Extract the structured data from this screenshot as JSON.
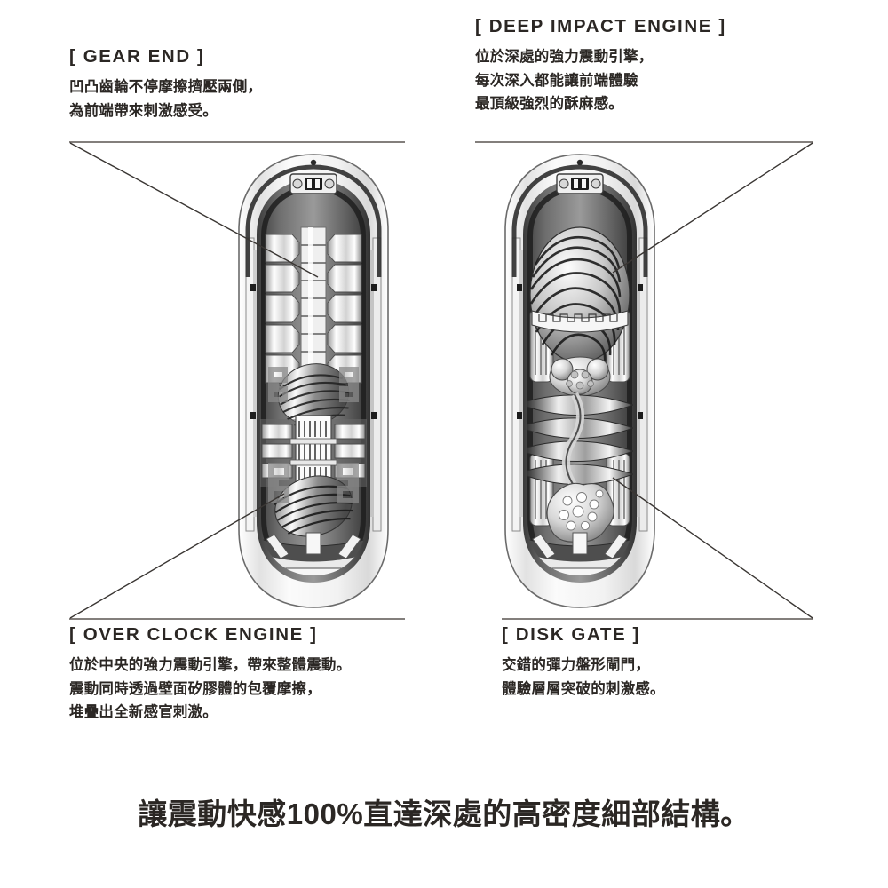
{
  "page": {
    "background": "#ffffff",
    "ink": "#2b2724"
  },
  "callouts": [
    {
      "id": "gear-end",
      "tag": "[ GEAR END ]",
      "lines": [
        "凹凸齒輪不停摩擦擠壓兩側，",
        "為前端帶來刺激感受。"
      ]
    },
    {
      "id": "deep-impact-engine",
      "tag": "[ DEEP IMPACT ENGINE ]",
      "lines": [
        "位於深處的強力震動引擎，",
        "每次深入都能讓前端體驗",
        "最頂級強烈的酥麻感。"
      ]
    },
    {
      "id": "over-clock-engine",
      "tag": "[ OVER CLOCK ENGINE ]",
      "lines": [
        "位於中央的強力震動引擎，帶來整體震動。",
        "震動同時透過壁面矽膠體的包覆摩擦，",
        "堆疊出全新感官刺激。"
      ]
    },
    {
      "id": "disk-gate",
      "tag": "[ DISK GATE ]",
      "lines": [
        "交錯的彈力盤形閘門，",
        "體驗層層突破的刺激感。"
      ]
    }
  ],
  "headline": "讓震動快感100%直達深處的高密度細部結構。",
  "figures": [
    {
      "id": "device-left",
      "name": "cutaway-left",
      "features": [
        "gear-end-teeth",
        "over-clock-engine-core",
        "spiral-sleeve",
        "base-plate"
      ]
    },
    {
      "id": "device-right",
      "name": "cutaway-right",
      "features": [
        "deep-impact-engine-bulb",
        "disk-gate-stack",
        "nub-cluster",
        "base-plate"
      ]
    }
  ],
  "leaders": {
    "rule_color": "#5a5550",
    "line_color": "#3a3633"
  }
}
